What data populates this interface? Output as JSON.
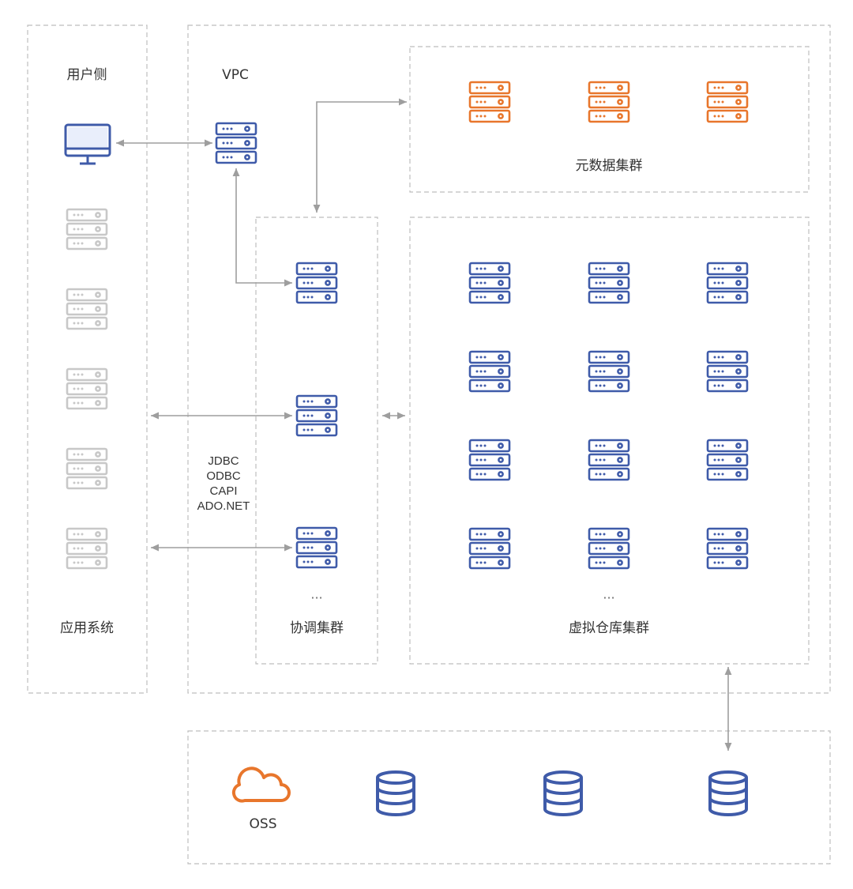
{
  "labels": {
    "user_side": "用户侧",
    "app_system": "应用系统",
    "vpc": "VPC",
    "metadata_cluster": "元数据集群",
    "coord_cluster": "协调集群",
    "vw_cluster": "虚拟仓库集群",
    "oss": "OSS",
    "coord_ellipsis": "···",
    "vw_ellipsis": "···"
  },
  "protocols": [
    "JDBC",
    "ODBC",
    "CAPI",
    "ADO.NET"
  ],
  "colors": {
    "blue": "#3f5ba9",
    "orange": "#e8762c",
    "gray": "#c8c8c8",
    "border": "#bdbdbd",
    "arrow": "#9e9e9e"
  },
  "icons": {
    "server": "server-icon",
    "monitor": "monitor-icon",
    "cloud": "cloud-icon",
    "database": "database-icon"
  }
}
